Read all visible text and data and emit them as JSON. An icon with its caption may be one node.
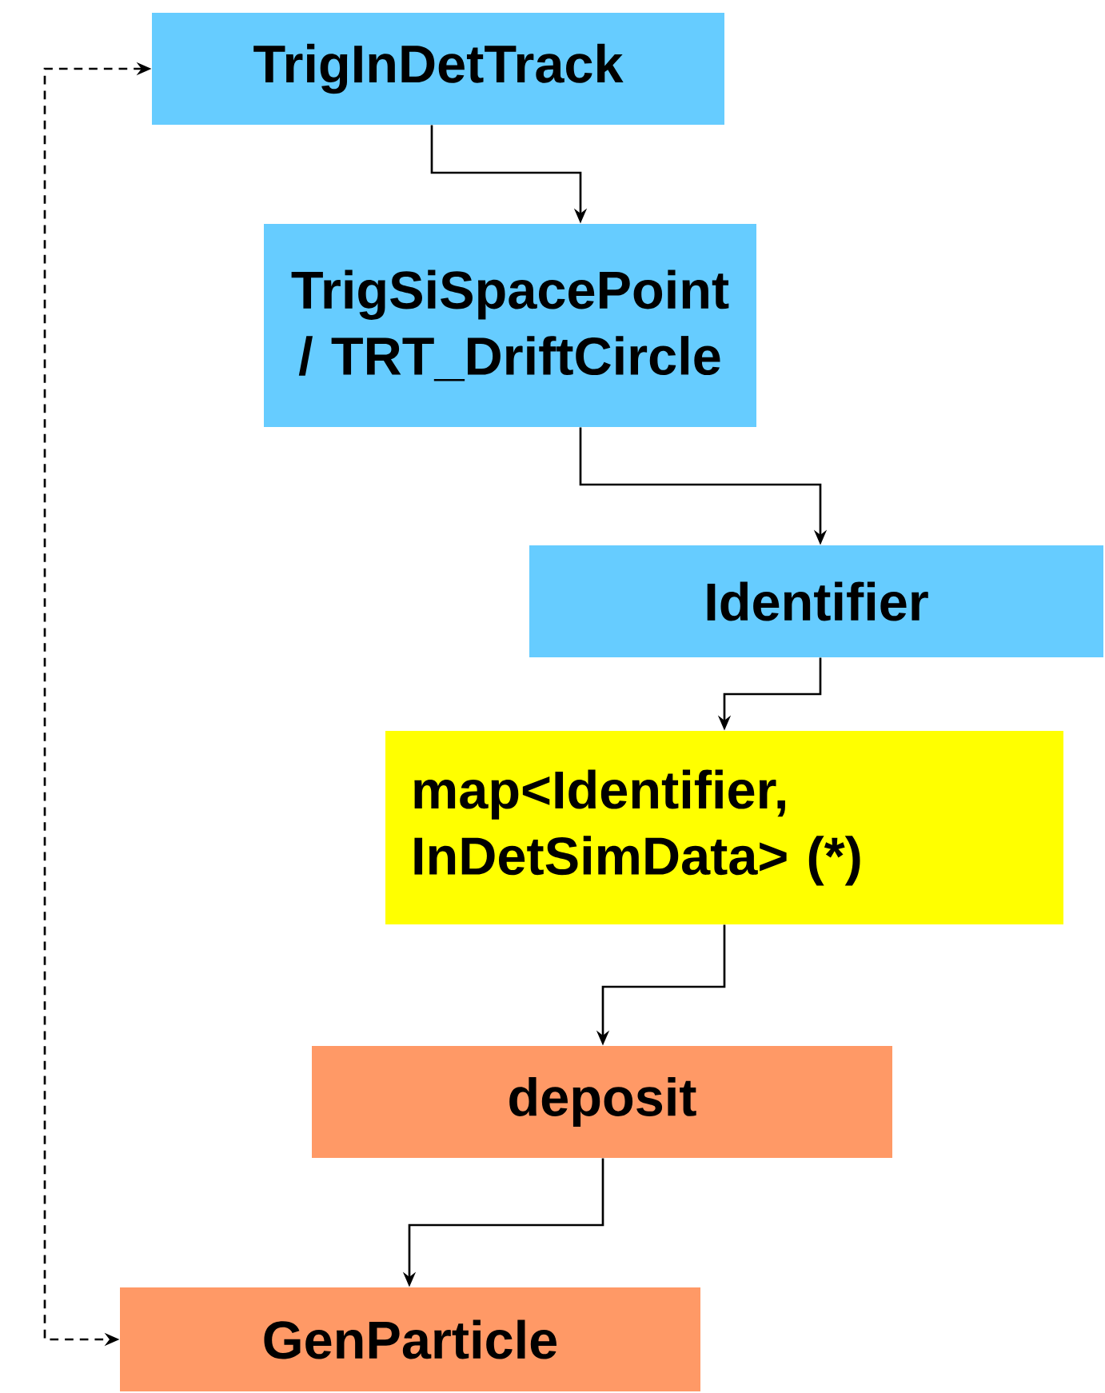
{
  "diagram": {
    "nodes": [
      {
        "text": [
          "TrigInDetTrack"
        ]
      },
      {
        "text": [
          "TrigSiSpacePoint / TRT_DriftCircle"
        ]
      },
      {
        "text": [
          "Identifier"
        ]
      },
      {
        "text": [
          "map<Identifier, InDetSimData> (*)"
        ]
      },
      {
        "text": [
          "deposit"
        ]
      },
      {
        "text": [
          "GenParticle"
        ]
      }
    ],
    "edges": [
      {
        "from": 0,
        "to": 1,
        "arrow": "to"
      },
      {
        "from": 1,
        "to": 2,
        "arrow": "to"
      },
      {
        "from": 2,
        "to": 3,
        "arrow": "to"
      },
      {
        "from": 3,
        "to": 4,
        "arrow": "to"
      },
      {
        "from": 4,
        "to": 5,
        "arrow": "to"
      },
      {
        "from": 0,
        "to": 5,
        "arrow": "both",
        "style": "dashed"
      }
    ]
  }
}
